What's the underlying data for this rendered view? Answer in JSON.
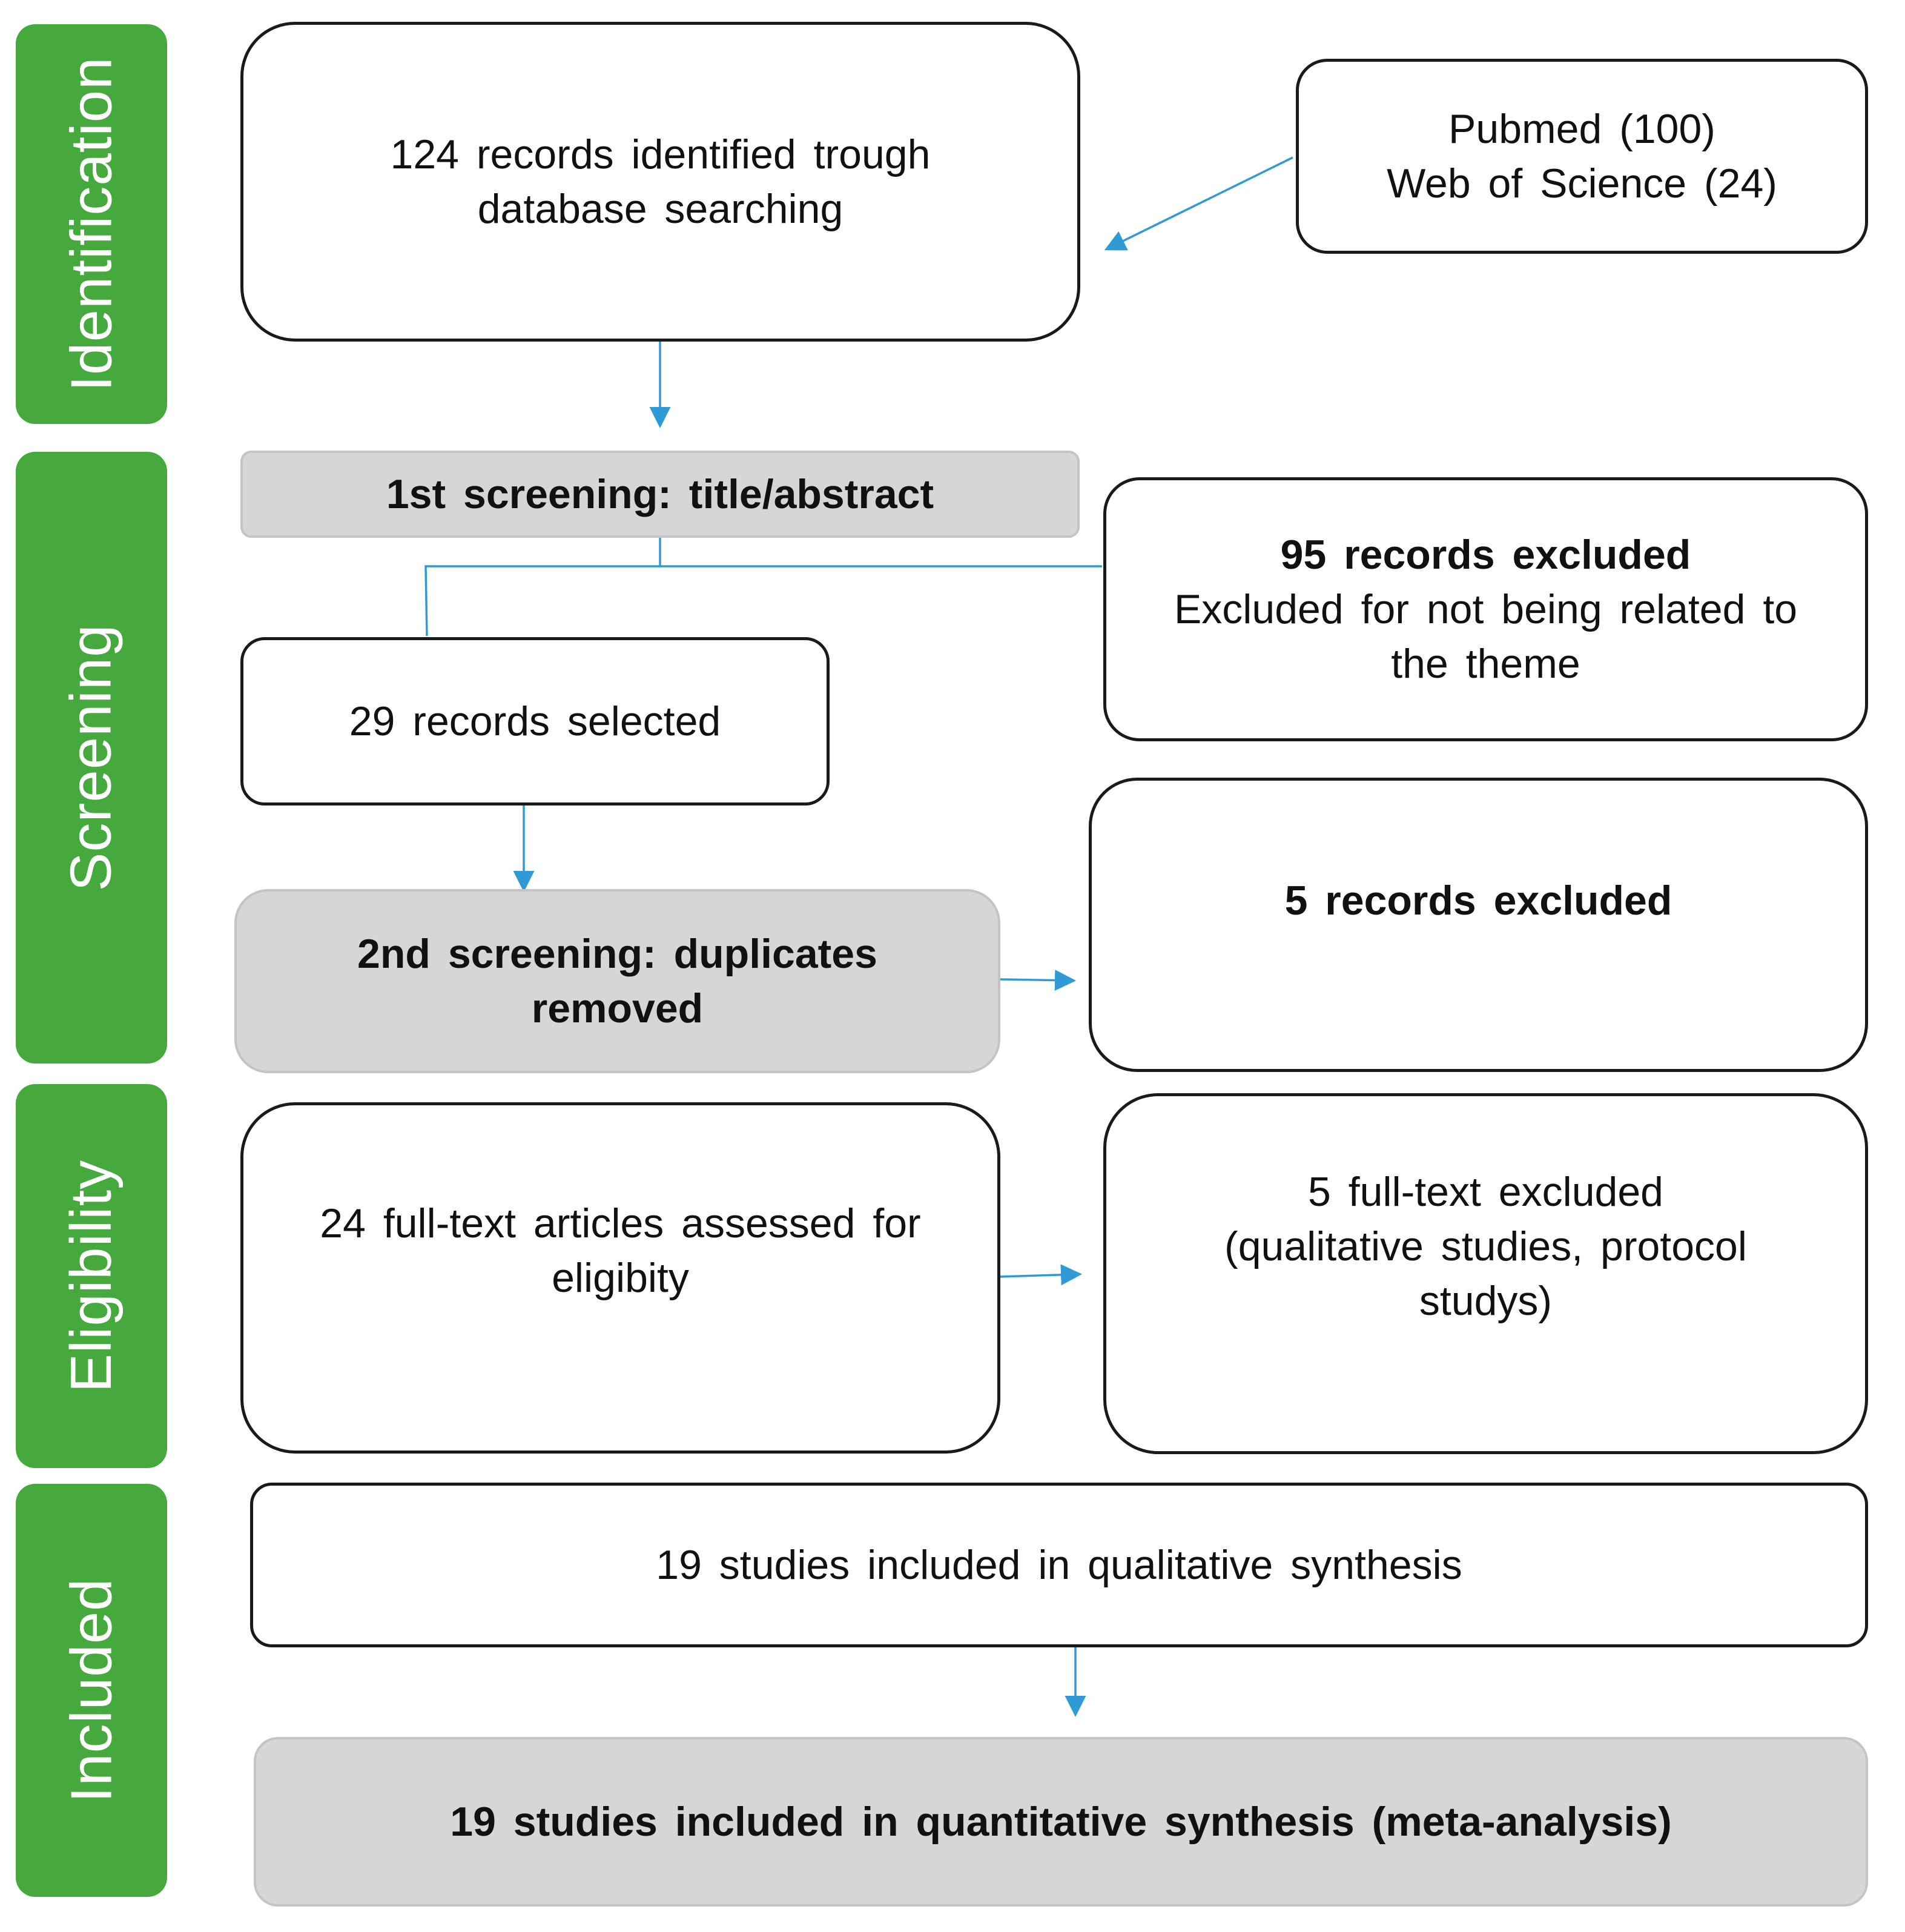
{
  "stages": {
    "identification": "Identification",
    "screening": "Screening",
    "eligibility": "Eligibility",
    "included": "Included"
  },
  "boxes": {
    "identified": "124 records identified trough database searching",
    "sources_line1": "Pubmed (100)",
    "sources_line2": "Web of Science (24)",
    "first_screening": "1st screening: title/abstract",
    "excluded_95_title": "95 records excluded",
    "excluded_95_reason": "Excluded for not being related to the theme",
    "selected": "29 records selected",
    "second_screening": "2nd screening: duplicates removed",
    "excluded_5": "5 records excluded",
    "full_text_assessed": "24 full-text articles assessed for eligibity",
    "full_text_excluded_line1": "5 full-text excluded",
    "full_text_excluded_line2": "(qualitative studies, protocol studys)",
    "qualitative": "19 studies included in qualitative synthesis",
    "quantitative": "19 studies included in quantitative synthesis (meta-analysis)"
  },
  "colors": {
    "stage_green": "#46a93e",
    "arrow_blue": "#2f9ad6",
    "gray_fill": "#d6d6d6"
  }
}
